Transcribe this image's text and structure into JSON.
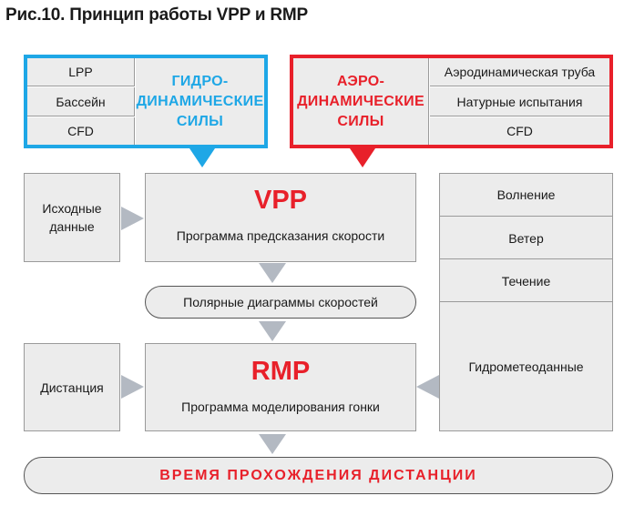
{
  "title": "Рис.10. Принцип работы VPP и RMP",
  "hydro": {
    "items": [
      "LPP",
      "Бассейн",
      "CFD"
    ],
    "label_lines": [
      "ГИДРО-",
      "ДИНАМИЧЕСКИЕ",
      "СИЛЫ"
    ]
  },
  "aero": {
    "label_lines": [
      "АЭРО-",
      "ДИНАМИЧЕСКИЕ",
      "СИЛЫ"
    ],
    "items": [
      "Аэродинамическая труба",
      "Натурные испытания",
      "CFD"
    ]
  },
  "inputs": {
    "initial_data": "Исходные данные",
    "distance": "Дистанция"
  },
  "vpp": {
    "title": "VPP",
    "subtitle": "Программа предсказания скорости"
  },
  "polar": "Полярные диаграммы скоростей",
  "rmp": {
    "title": "RMP",
    "subtitle": "Программа моделирования гонки"
  },
  "weather": {
    "items": [
      "Волнение",
      "Ветер",
      "Течение"
    ],
    "label": "Гидрометеоданные"
  },
  "result": "ВРЕМЯ ПРОХОЖДЕНИЯ ДИСТАНЦИИ",
  "colors": {
    "blue": "#1ea7e6",
    "red": "#e8202a",
    "box": "#ececec",
    "arrow": "#b3b9c2"
  }
}
